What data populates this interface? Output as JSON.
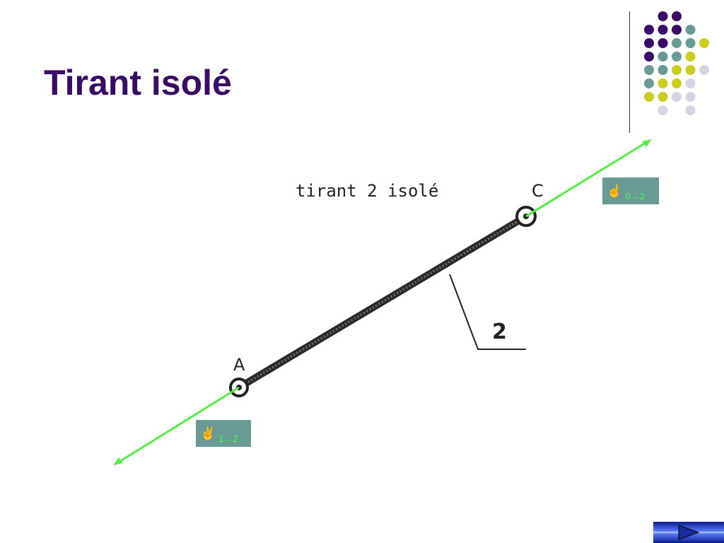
{
  "slide": {
    "title": "Tirant isolé"
  },
  "diagram": {
    "caption": "tirant 2 isolé",
    "point_a": "A",
    "point_c": "C",
    "member_label": "2"
  },
  "forces": [
    {
      "glyph": "✌",
      "sub": "1→2"
    },
    {
      "glyph": "☝",
      "sub": "0→2"
    }
  ],
  "colors": {
    "title": "#3a0a66",
    "force_arrow": "#55ee44",
    "force_box": "#6a9a96",
    "dot_purple": "#3a0a66",
    "dot_teal": "#6a9a96",
    "dot_yellow": "#cccc22",
    "dot_lavender": "#d4d4e6"
  },
  "nav": {
    "icon": "play-next-icon"
  }
}
